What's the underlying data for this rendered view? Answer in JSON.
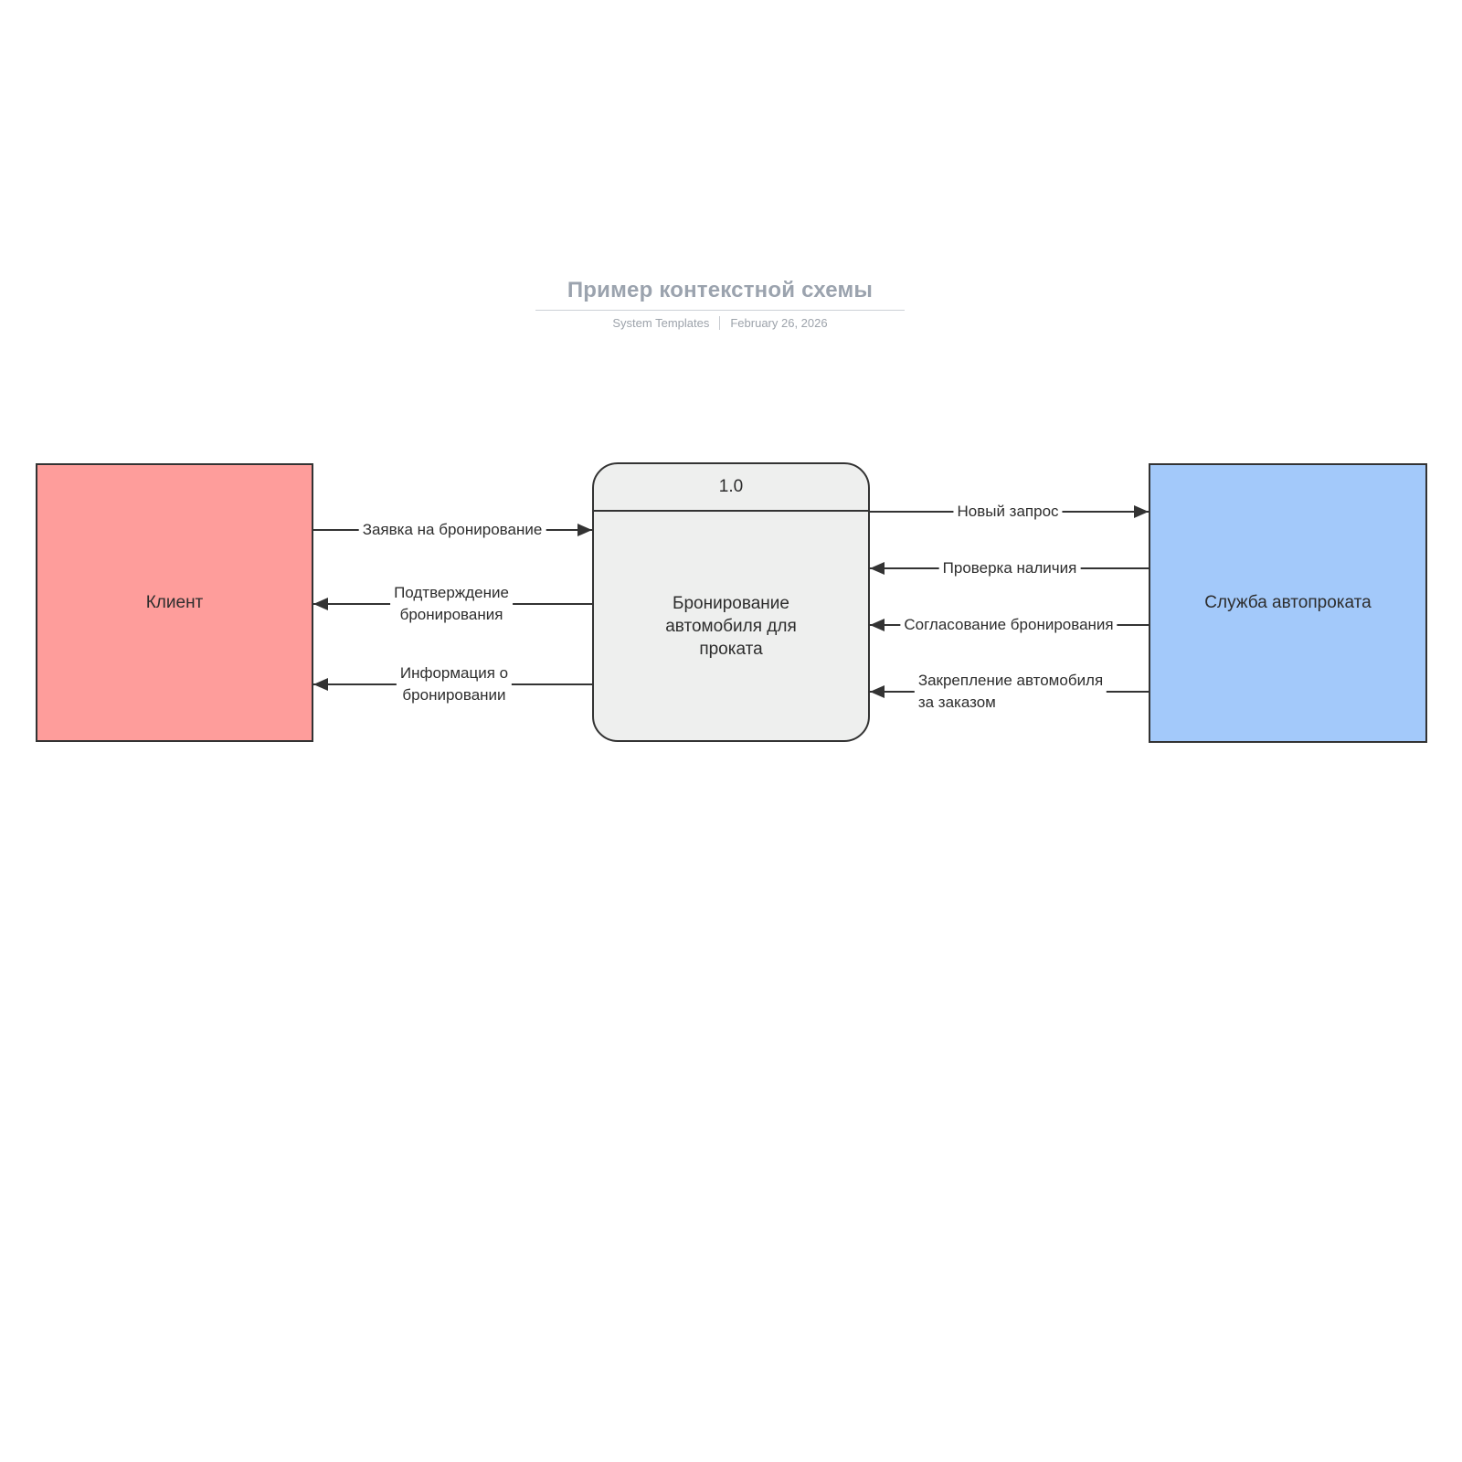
{
  "header": {
    "title": "Пример контекстной схемы",
    "author": "System Templates",
    "date": "February 26, 2026"
  },
  "nodes": {
    "client": {
      "label": "Клиент",
      "type": "external-entity"
    },
    "process": {
      "id": "1.0",
      "label": "Бронирование\nавтомобиля для\nпроката",
      "type": "process"
    },
    "service": {
      "label": "Служба автопроката",
      "type": "external-entity"
    }
  },
  "flows": [
    {
      "label": "Заявка на бронирование",
      "from": "client",
      "to": "process",
      "direction": "right"
    },
    {
      "label": "Подтверждение\nбронирования",
      "from": "process",
      "to": "client",
      "direction": "left"
    },
    {
      "label": "Информация о\nбронировании",
      "from": "process",
      "to": "client",
      "direction": "left"
    },
    {
      "label": "Новый запрос",
      "from": "process",
      "to": "service",
      "direction": "right"
    },
    {
      "label": "Проверка наличия",
      "from": "service",
      "to": "process",
      "direction": "left"
    },
    {
      "label": "Согласование бронирования",
      "from": "service",
      "to": "process",
      "direction": "left"
    },
    {
      "label": "Закрепление автомобиля\nза заказом",
      "from": "service",
      "to": "process",
      "direction": "left"
    }
  ],
  "colors": {
    "client_fill": "#FE9D9B",
    "process_fill": "#EEEFEE",
    "service_fill": "#A3C9FA",
    "line": "#333333",
    "title_text": "#9BA3AE"
  }
}
